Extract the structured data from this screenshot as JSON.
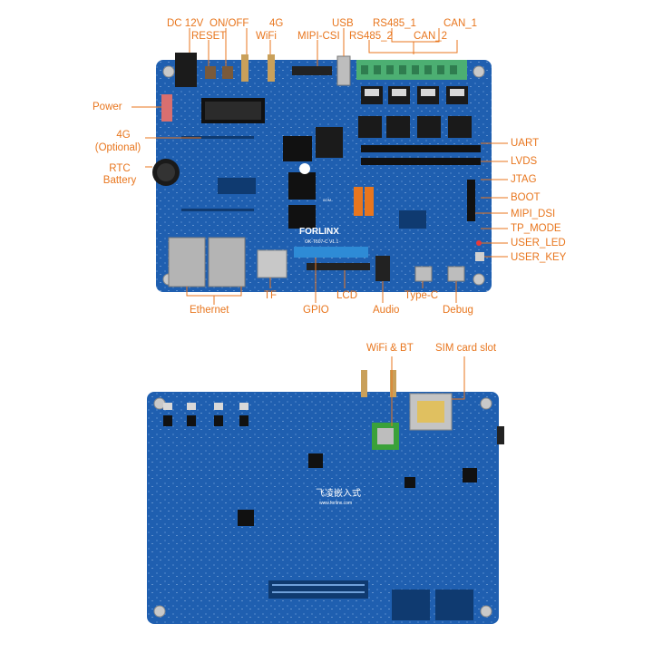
{
  "brand": {
    "logo_text": "FORLINX",
    "sub_text": "OK-T507-C V1.1",
    "chinese_logo": "飞凌嵌入式",
    "url": "www.forlinx.com"
  },
  "colors": {
    "pcb": "#1f5fb0",
    "pcb_dark": "#174a8e",
    "label": "#e8761e",
    "terminal": "#4caf72"
  },
  "top_labels": {
    "dc12v": "DC 12V",
    "onoff": "ON/OFF",
    "reset": "RESET",
    "g4": "4G",
    "wifi": "WiFi",
    "mipi_csi": "MIPI-CSI",
    "usb": "USB",
    "rs485_1": "RS485_1",
    "can_1": "CAN_1",
    "rs485_2": "RS485_2",
    "can_2": "CAN_2"
  },
  "left_labels": {
    "power": "Power",
    "g4_optional_1": "4G",
    "g4_optional_2": "(Optional)",
    "rtc_1": "RTC",
    "rtc_2": "Battery"
  },
  "right_labels": {
    "uart": "UART",
    "lvds": "LVDS",
    "jtag": "JTAG",
    "boot": "BOOT",
    "mipi_dsi": "MIPI_DSI",
    "tp_mode": "TP_MODE",
    "user_led": "USER_LED",
    "user_key": "USER_KEY"
  },
  "bottom_labels": {
    "ethernet": "Ethernet",
    "tf": "TF",
    "gpio": "GPIO",
    "lcd": "LCD",
    "audio": "Audio",
    "typec": "Type-C",
    "debug": "Debug"
  },
  "back_labels": {
    "wifi_bt": "WiFi & BT",
    "sim": "SIM card slot"
  }
}
